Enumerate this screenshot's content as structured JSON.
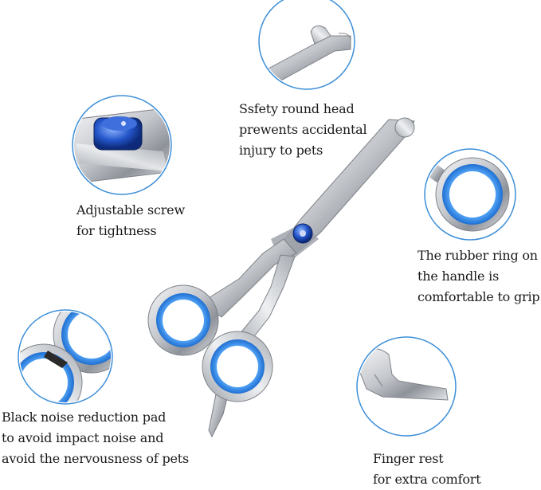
{
  "callouts": {
    "safety_head": {
      "icon": "round-tip-closeup-icon",
      "lines": [
        "Ssfety round head",
        "prewents accidental",
        "injury to pets"
      ]
    },
    "screw": {
      "icon": "adjustable-screw-closeup-icon",
      "lines": [
        "Adjustable screw",
        "for tightness"
      ]
    },
    "ring": {
      "icon": "rubber-ring-closeup-icon",
      "lines": [
        "The rubber ring on",
        "the handle is",
        "comfortable to grip"
      ]
    },
    "pad": {
      "icon": "noise-pad-closeup-icon",
      "lines": [
        "Black noise reduction pad",
        "to avoid impact noise and",
        "avoid the nervousness of pets"
      ]
    },
    "finger_rest": {
      "icon": "finger-rest-closeup-icon",
      "lines": [
        "Finger rest",
        "for extra comfort"
      ]
    }
  },
  "product": {
    "icon": "grooming-scissors-icon"
  },
  "colors": {
    "circle_border": "#3d8fd8",
    "ring_blue": "#3a8fe8",
    "steel": "#b9bcc1",
    "screw_blue": "#1f4fbf"
  }
}
